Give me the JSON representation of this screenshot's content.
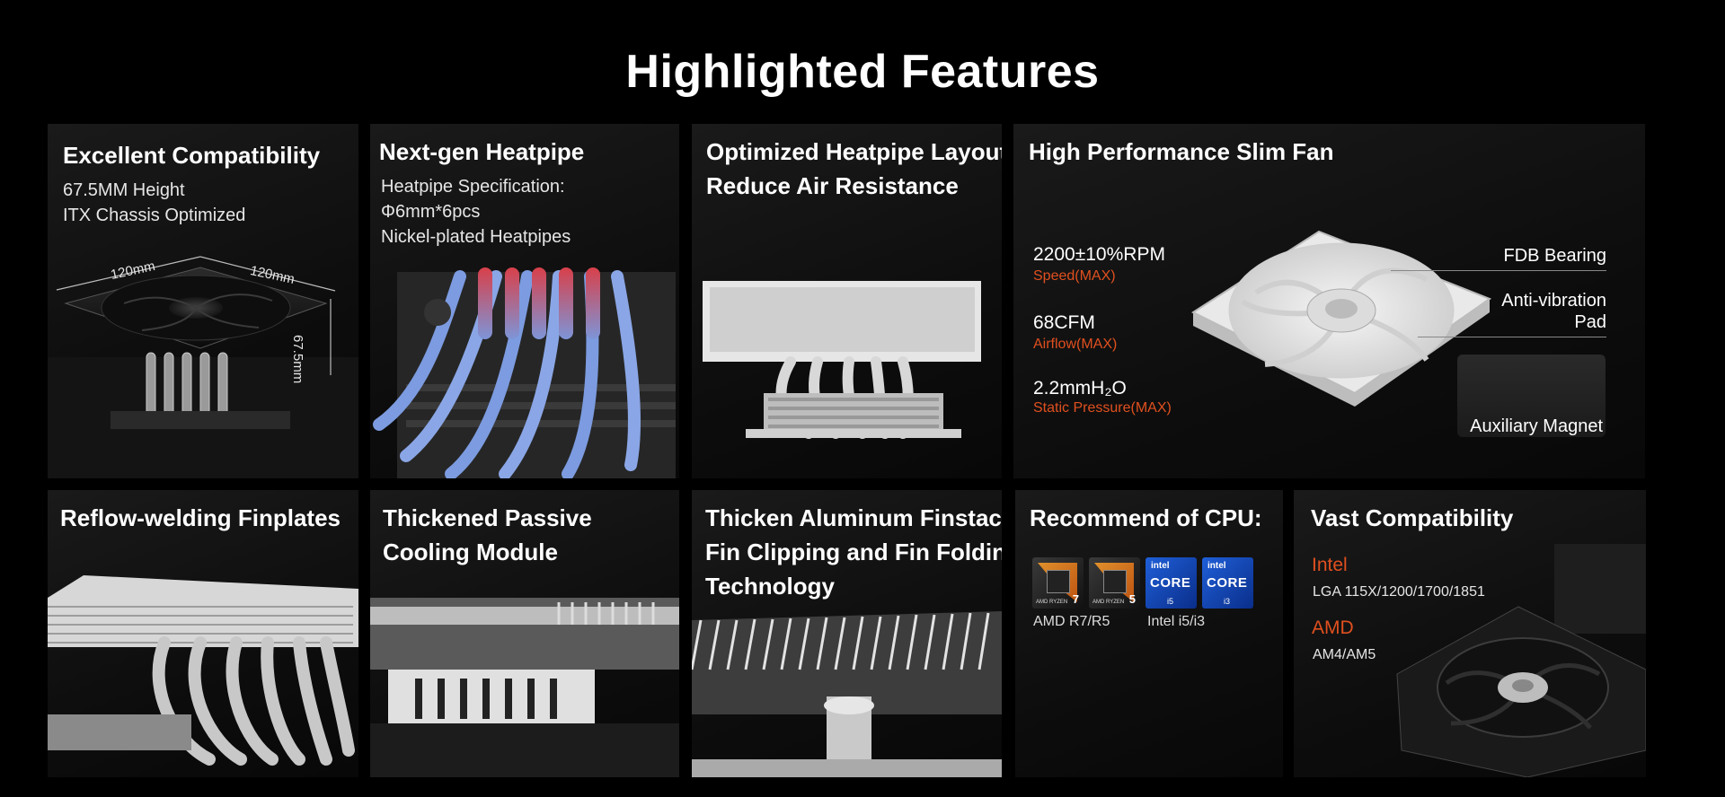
{
  "page": {
    "title": "Highlighted Features"
  },
  "cards": {
    "compatibility": {
      "title": "Excellent Compatibility",
      "lines": [
        "67.5MM Height",
        "ITX Chassis Optimized"
      ],
      "dims": {
        "width": "120mm",
        "depth": "120mm",
        "height": "67.5mm"
      }
    },
    "heatpipe": {
      "title": "Next-gen Heatpipe",
      "lines": [
        "Heatpipe Specification:",
        "Φ6mm*6pcs",
        "Nickel-plated Heatpipes"
      ]
    },
    "layout": {
      "title_lines": [
        "Optimized Heatpipe Layout",
        "Reduce Air Resistance"
      ]
    },
    "fan": {
      "title": "High Performance Slim Fan",
      "specs": [
        {
          "value": "2200±10%RPM",
          "label": "Speed(MAX)"
        },
        {
          "value": "68CFM",
          "label": "Airflow(MAX)"
        },
        {
          "value": "2.2mmH₂O",
          "label": "Static Pressure(MAX)"
        }
      ],
      "callouts": [
        "FDB Bearing",
        "Anti-vibration Pad",
        "Auxiliary Magnet"
      ]
    },
    "reflow": {
      "title": "Reflow-welding Finplates"
    },
    "passive": {
      "title_lines": [
        "Thickened Passive",
        "Cooling Module"
      ]
    },
    "finstack": {
      "title_lines": [
        "Thicken Aluminum Finstack",
        "Fin Clipping and Fin Folding",
        "Technology"
      ]
    },
    "cpu": {
      "title": "Recommend of CPU:",
      "badges": [
        {
          "brand": "AMD RYZEN",
          "tier": "7"
        },
        {
          "brand": "AMD RYZEN",
          "tier": "5"
        },
        {
          "brand": "intel",
          "core": "CORE",
          "tier": "i5"
        },
        {
          "brand": "intel",
          "core": "CORE",
          "tier": "i3"
        }
      ],
      "labels": [
        "AMD R7/R5",
        "Intel i5/i3"
      ]
    },
    "vast": {
      "title": "Vast Compatibility",
      "platforms": [
        {
          "brand": "Intel",
          "sockets": "LGA 115X/1200/1700/1851"
        },
        {
          "brand": "AMD",
          "sockets": "AM4/AM5"
        }
      ]
    }
  },
  "colors": {
    "accent": "#e0501f",
    "background": "#000000",
    "card": "#111111"
  }
}
